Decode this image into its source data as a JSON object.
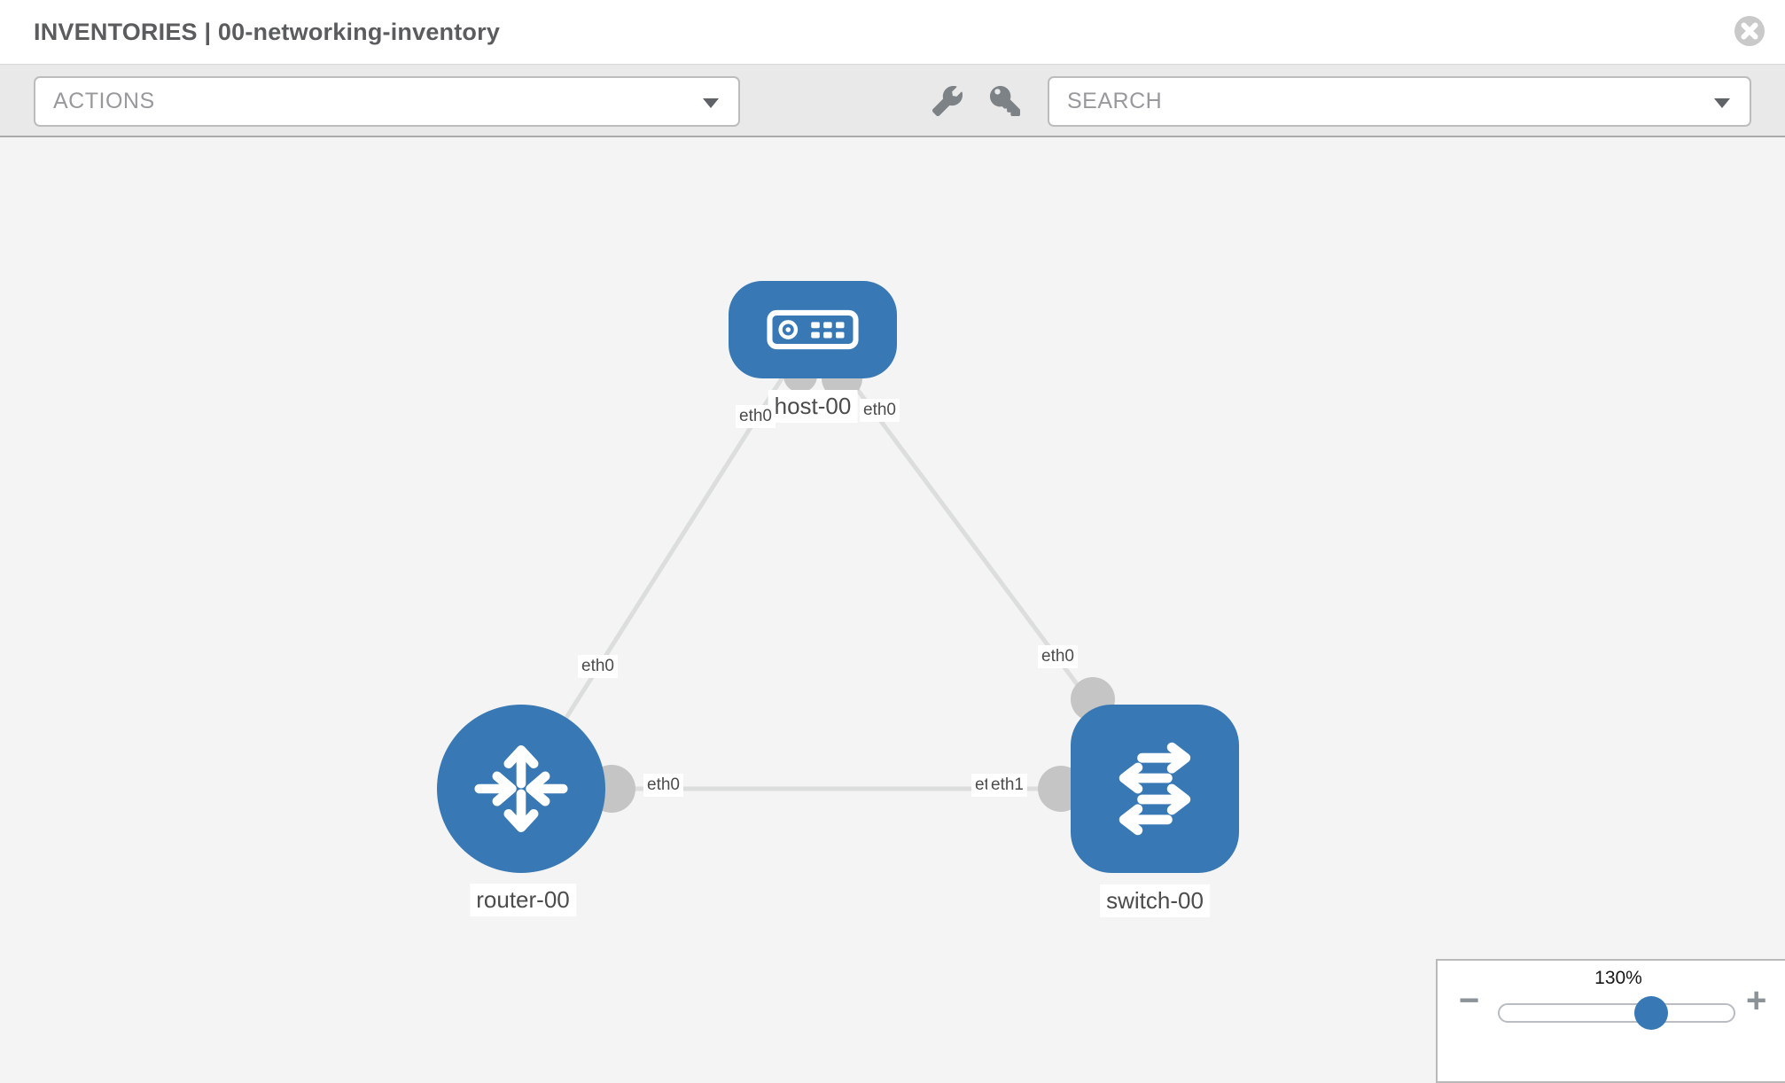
{
  "header": {
    "title": "INVENTORIES | 00-networking-inventory"
  },
  "toolbar": {
    "actions_label": "ACTIONS",
    "search_label": "SEARCH"
  },
  "topology": {
    "nodes": [
      {
        "id": "host-00",
        "type": "host",
        "label": "host-00"
      },
      {
        "id": "router-00",
        "type": "router",
        "label": "router-00"
      },
      {
        "id": "switch-00",
        "type": "switch",
        "label": "switch-00"
      }
    ],
    "links": [
      {
        "source": "host-00",
        "target": "router-00",
        "source_interface": "eth0",
        "target_interface": "eth0"
      },
      {
        "source": "host-00",
        "target": "switch-00",
        "source_interface": "eth0",
        "target_interface": "eth0"
      },
      {
        "source": "router-00",
        "target": "switch-00",
        "source_interface": "eth0",
        "target_interface": "eth1"
      }
    ],
    "edge_labels": [
      "eth0",
      "eth0",
      "eth0",
      "eth0",
      "eth0",
      "eth0",
      "eth1"
    ]
  },
  "zoom_control": {
    "level": "130%",
    "minus": "−",
    "plus": "+"
  },
  "colors": {
    "node_blue": "#3879b5",
    "edge_gray": "#dcdddd",
    "dot_gray": "#c5c5c5",
    "toolbar_gray": "#e9e9e9",
    "canvas_gray": "#f4f4f4"
  }
}
